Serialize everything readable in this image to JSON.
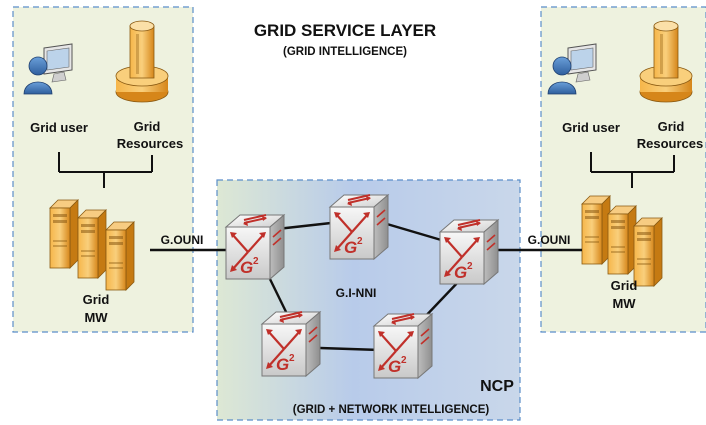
{
  "title": {
    "main": "GRID SERVICE LAYER",
    "sub": "(GRID INTELLIGENCE)"
  },
  "left_site": {
    "user_label": "Grid user",
    "resources_label_1": "Grid",
    "resources_label_2": "Resources",
    "mw_label_1": "Grid",
    "mw_label_2": "MW",
    "interface_label": "G.OUNI"
  },
  "right_site": {
    "user_label": "Grid user",
    "resources_label_1": "Grid",
    "resources_label_2": "Resources",
    "mw_label_1": "Grid",
    "mw_label_2": "MW",
    "interface_label": "G.OUNI"
  },
  "ncp": {
    "label": "NCP",
    "sublabel": "(GRID + NETWORK INTELLIGENCE)",
    "link_label": "G.I-NNI",
    "switch_badge": "G",
    "switch_badge_sup": "2"
  },
  "colors": {
    "site_fill": "#eef2df",
    "dash_border": "#5b8ec9",
    "ncp_gradient_edge": "#dce8d8",
    "ncp_gradient_center": "#b7c9e9",
    "server": "#f0a630",
    "switch_mark": "#c0302a"
  }
}
